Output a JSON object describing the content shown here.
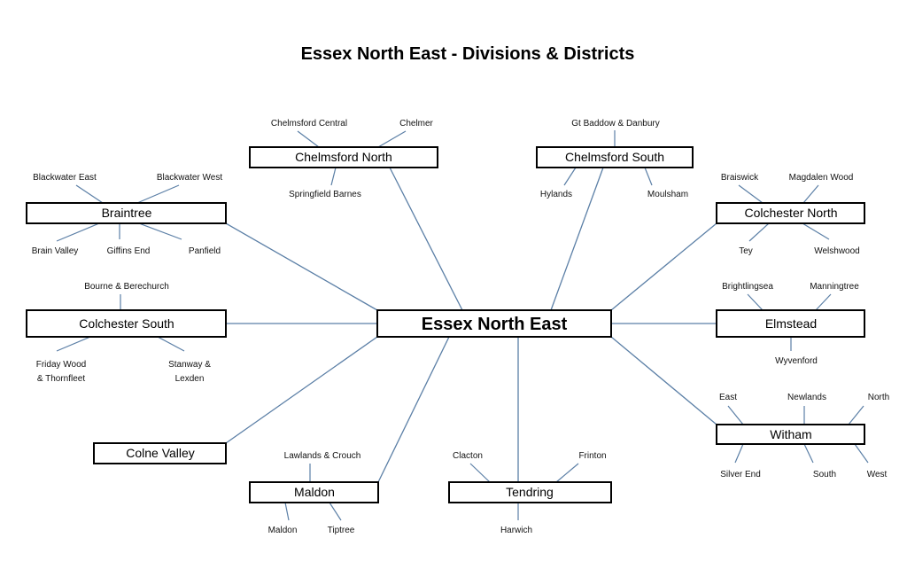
{
  "title": "Essex North East - Divisions & Districts",
  "center": "Essex North East",
  "line_color": "#5b7fa6",
  "divisions": [
    {
      "name": "Chelmsford North",
      "districts": [
        "Chelmsford Central",
        "Chelmer",
        "Springfield Barnes"
      ]
    },
    {
      "name": "Chelmsford South",
      "districts": [
        "Gt Baddow & Danbury",
        "Hylands",
        "Moulsham"
      ]
    },
    {
      "name": "Braintree",
      "districts": [
        "Blackwater East",
        "Blackwater West",
        "Brain Valley",
        "Giffins End",
        "Panfield"
      ]
    },
    {
      "name": "Colchester North",
      "districts": [
        "Braiswick",
        "Magdalen Wood",
        "Tey",
        "Welshwood"
      ]
    },
    {
      "name": "Colchester South",
      "districts": [
        "Bourne & Berechurch",
        [
          "Friday Wood",
          "& Thornfleet"
        ],
        [
          "Stanway &",
          "Lexden"
        ]
      ]
    },
    {
      "name": "Elmstead",
      "districts": [
        "Brightlingsea",
        "Manningtree",
        "Wyvenford"
      ]
    },
    {
      "name": "Colne Valley",
      "districts": []
    },
    {
      "name": "Witham",
      "districts": [
        "East",
        "Newlands",
        "North",
        "Silver End",
        "South",
        "West"
      ]
    },
    {
      "name": "Maldon",
      "districts": [
        "Lawlands & Crouch",
        "Maldon",
        "Tiptree"
      ]
    },
    {
      "name": "Tendring",
      "districts": [
        "Clacton",
        "Frinton",
        "Harwich"
      ]
    }
  ]
}
